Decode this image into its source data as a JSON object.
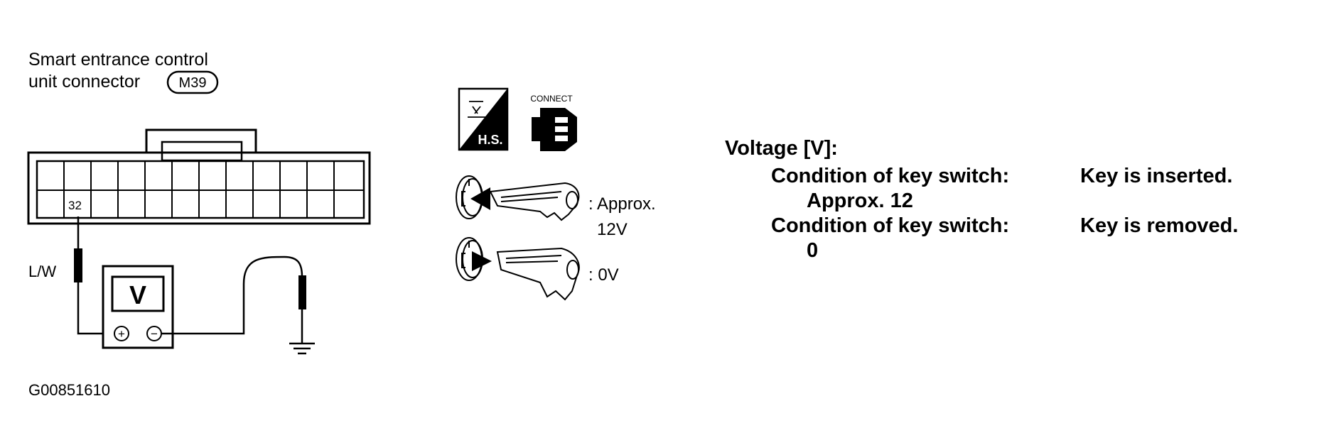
{
  "connector": {
    "title_line1": "Smart entrance control",
    "title_line2": "unit connector",
    "code": "M39",
    "pin": "32",
    "wire": "L/W"
  },
  "meter": {
    "symbol": "V",
    "plus": "+",
    "minus": "−"
  },
  "icons": {
    "hs_label": "H.S.",
    "connect_label": "CONNECT"
  },
  "key_states": {
    "inserted_line1": ": Approx.",
    "inserted_line2": "12V",
    "removed": ": 0V"
  },
  "spec": {
    "heading": "Voltage [V]:",
    "row1_condition": "Condition of key switch:",
    "row1_state": "Key is inserted.",
    "row1_value": "Approx.  12",
    "row2_condition": "Condition of key switch:",
    "row2_state": "Key is removed.",
    "row2_value": "0"
  },
  "figure_id": "G00851610"
}
